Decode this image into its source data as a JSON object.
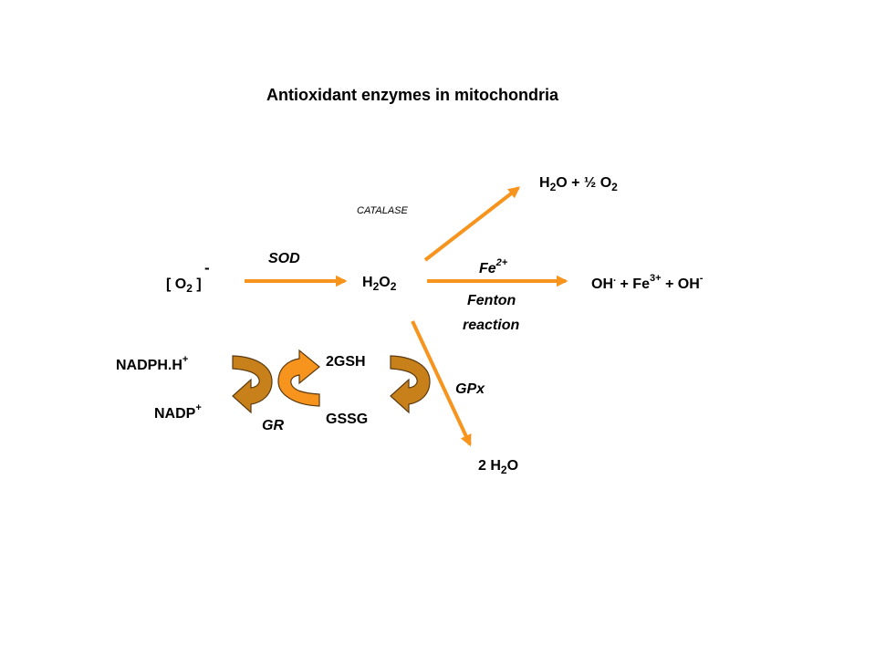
{
  "title": "Antioxidant enzymes in mitochondria",
  "colors": {
    "arrow": "#f7941d",
    "arrow_dark": "#c8801b",
    "arrow_outline": "#5a3a10",
    "text": "#000000"
  },
  "superoxide": {
    "charge": "-",
    "open": "[ O",
    "sub": "2",
    "close": " ]"
  },
  "sod_label": "SOD",
  "h2o2": {
    "h": "H",
    "h_sub": "2",
    "o": "O",
    "o_sub": "2"
  },
  "catalase_label": "CATALASE",
  "catalase_product": {
    "h": "H",
    "h_sub": "2",
    "middle": "O + ½ O",
    "o_sub": "2"
  },
  "fe2_label": {
    "base": "Fe",
    "sup": "2+"
  },
  "fenton_label": {
    "line1": "Fenton",
    "line2": "reaction"
  },
  "fenton_product": {
    "oh1": "OH",
    "oh1_sup": ".",
    "plus1": " +  Fe",
    "fe_sup": "3+",
    "plus2": "  + OH",
    "oh2_sup": "-"
  },
  "gpx_label": "GPx",
  "gpx_product": {
    "prefix": "2 H",
    "sub": "2",
    "suffix": "O"
  },
  "gr_cycle": {
    "nadph": {
      "base": "NADPH.H",
      "sup": "+"
    },
    "nadp": {
      "base": "NADP",
      "sup": "+"
    },
    "gr_label": "GR",
    "gsh": "2GSH",
    "gssg": "GSSG"
  }
}
